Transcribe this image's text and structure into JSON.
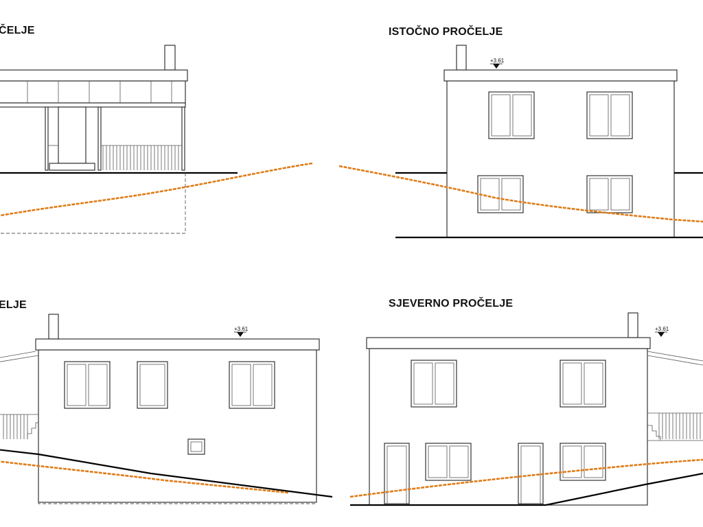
{
  "titles": {
    "elevation_1": "ČELJE",
    "elevation_2": "ISTOČNO PROČELJE",
    "elevation_3": "ELJE",
    "elevation_4": "SJEVERNO PROČELJE"
  },
  "levels": {
    "east": "+3.61",
    "west": "+3.61",
    "north": "+3.61"
  },
  "colors": {
    "terrain_line": "#e07b16",
    "ground_line": "#000000",
    "outline": "#333333"
  }
}
